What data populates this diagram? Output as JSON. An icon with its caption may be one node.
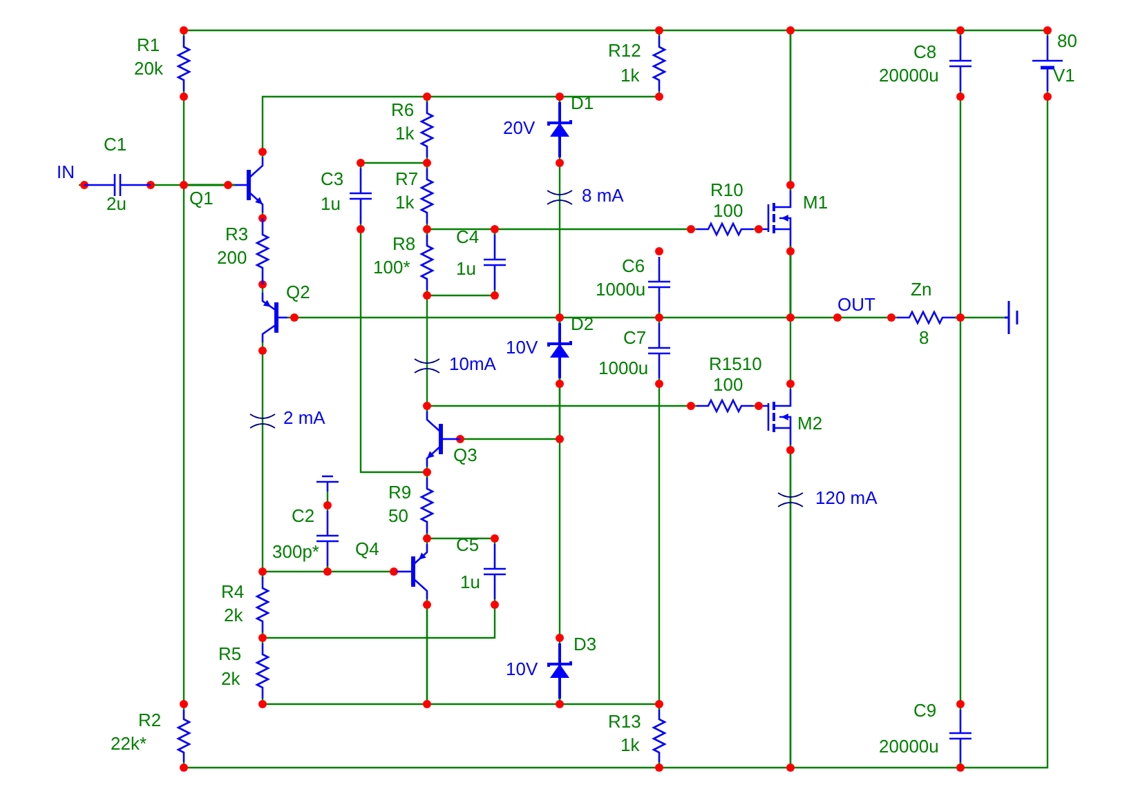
{
  "diagram": {
    "nodes": [
      {
        "text": [
          "IN"
        ]
      },
      {
        "text": [
          "C1",
          "2u"
        ]
      },
      {
        "text": [
          "R1",
          "20k"
        ]
      },
      {
        "text": [
          "Q1"
        ]
      },
      {
        "text": [
          "R2",
          "22k*"
        ]
      },
      {
        "text": [
          "R3",
          "200"
        ]
      },
      {
        "text": [
          "Q2"
        ]
      },
      {
        "text": [
          "R6",
          "1k"
        ]
      },
      {
        "text": [
          "C3",
          "1u"
        ]
      },
      {
        "text": [
          "R7",
          "1k"
        ]
      },
      {
        "text": [
          "R8",
          "100*"
        ]
      },
      {
        "text": [
          "C4",
          "1u"
        ]
      },
      {
        "text": [
          "D1",
          "20V"
        ]
      },
      {
        "text": [
          "D2",
          "10V"
        ]
      },
      {
        "text": [
          "Q3"
        ]
      },
      {
        "text": [
          "C2",
          "300p*"
        ]
      },
      {
        "text": [
          "Q4"
        ]
      },
      {
        "text": [
          "R9",
          "50"
        ]
      },
      {
        "text": [
          "C5",
          "1u"
        ]
      },
      {
        "text": [
          "R4",
          "2k"
        ]
      },
      {
        "text": [
          "R5",
          "2k"
        ]
      },
      {
        "text": [
          "D3",
          "10V"
        ]
      },
      {
        "text": [
          "R12",
          "1k"
        ]
      },
      {
        "text": [
          "C6",
          "1000u"
        ]
      },
      {
        "text": [
          "C7",
          "1000u"
        ]
      },
      {
        "text": [
          "R13",
          "1k"
        ]
      },
      {
        "text": [
          "R10",
          "100"
        ]
      },
      {
        "text": [
          "M1"
        ]
      },
      {
        "text": [
          "R1510",
          "100"
        ]
      },
      {
        "text": [
          "M2"
        ]
      },
      {
        "text": [
          "C8",
          "20000u"
        ]
      },
      {
        "text": [
          "C9",
          "20000u"
        ]
      },
      {
        "text": [
          "80",
          "V1"
        ]
      },
      {
        "text": [
          "Zn",
          "8"
        ]
      },
      {
        "text": [],
        "shape": "ground"
      },
      {
        "text": [],
        "shape": "ground"
      }
    ],
    "edges": [
      {
        "from": 0,
        "to": 1,
        "arrow": "none"
      },
      {
        "from": 1,
        "to": 3,
        "arrow": "none"
      },
      {
        "from": 2,
        "to": 3,
        "arrow": "none"
      },
      {
        "from": 4,
        "to": 3,
        "arrow": "none"
      },
      {
        "from": 2,
        "to": 22,
        "arrow": "none"
      },
      {
        "from": 22,
        "to": 27,
        "arrow": "none"
      },
      {
        "from": 27,
        "to": 30,
        "arrow": "none"
      },
      {
        "from": 30,
        "to": 32,
        "arrow": "none"
      },
      {
        "from": 4,
        "to": 25,
        "arrow": "none"
      },
      {
        "from": 25,
        "to": 29,
        "arrow": "none"
      },
      {
        "from": 29,
        "to": 31,
        "arrow": "none"
      },
      {
        "from": 31,
        "to": 32,
        "arrow": "none"
      },
      {
        "from": 3,
        "to": 7,
        "arrow": "none"
      },
      {
        "from": 7,
        "to": 12,
        "arrow": "none"
      },
      {
        "from": 12,
        "to": 22,
        "arrow": "none"
      },
      {
        "from": 3,
        "to": 5,
        "arrow": "none"
      },
      {
        "from": 5,
        "to": 6,
        "arrow": "none"
      },
      {
        "from": 6,
        "to": 13,
        "arrow": "none"
      },
      {
        "from": 12,
        "to": 13,
        "arrow": "none"
      },
      {
        "from": 13,
        "to": 23,
        "arrow": "none"
      },
      {
        "from": 23,
        "to": 24,
        "arrow": "none"
      },
      {
        "from": 23,
        "to": 27,
        "arrow": "none"
      },
      {
        "from": 27,
        "to": 29,
        "arrow": "none"
      },
      {
        "from": 27,
        "to": 33,
        "label": "OUT",
        "arrow": "none"
      },
      {
        "from": 33,
        "to": 30,
        "arrow": "none"
      },
      {
        "from": 33,
        "to": 31,
        "arrow": "none"
      },
      {
        "from": 33,
        "to": 35,
        "arrow": "none"
      },
      {
        "from": 7,
        "to": 9,
        "arrow": "none"
      },
      {
        "from": 9,
        "to": 8,
        "arrow": "none"
      },
      {
        "from": 9,
        "to": 10,
        "arrow": "none"
      },
      {
        "from": 10,
        "to": 11,
        "arrow": "none"
      },
      {
        "from": 11,
        "to": 26,
        "arrow": "none"
      },
      {
        "from": 26,
        "to": 27,
        "arrow": "none"
      },
      {
        "from": 10,
        "to": 11,
        "arrow": "none"
      },
      {
        "from": 10,
        "to": 14,
        "arrow": "none"
      },
      {
        "from": 14,
        "to": 28,
        "arrow": "none"
      },
      {
        "from": 28,
        "to": 29,
        "arrow": "none"
      },
      {
        "from": 14,
        "to": 13,
        "arrow": "none"
      },
      {
        "from": 13,
        "to": 21,
        "arrow": "none"
      },
      {
        "from": 14,
        "to": 17,
        "arrow": "none"
      },
      {
        "from": 8,
        "to": 17,
        "arrow": "none"
      },
      {
        "from": 17,
        "to": 16,
        "arrow": "none"
      },
      {
        "from": 17,
        "to": 18,
        "arrow": "none"
      },
      {
        "from": 18,
        "to": 19,
        "arrow": "none"
      },
      {
        "from": 19,
        "to": 20,
        "arrow": "none"
      },
      {
        "from": 6,
        "to": 19,
        "arrow": "none"
      },
      {
        "from": 19,
        "to": 15,
        "arrow": "none"
      },
      {
        "from": 15,
        "to": 16,
        "arrow": "none"
      },
      {
        "from": 34,
        "to": 15,
        "arrow": "none"
      },
      {
        "from": 20,
        "to": 16,
        "arrow": "none"
      },
      {
        "from": 16,
        "to": 21,
        "arrow": "none"
      },
      {
        "from": 21,
        "to": 25,
        "arrow": "none"
      },
      {
        "from": 24,
        "to": 25,
        "arrow": "none"
      }
    ],
    "labels": [
      "8 mA",
      "10mA",
      "2 mA",
      "120 mA"
    ]
  }
}
